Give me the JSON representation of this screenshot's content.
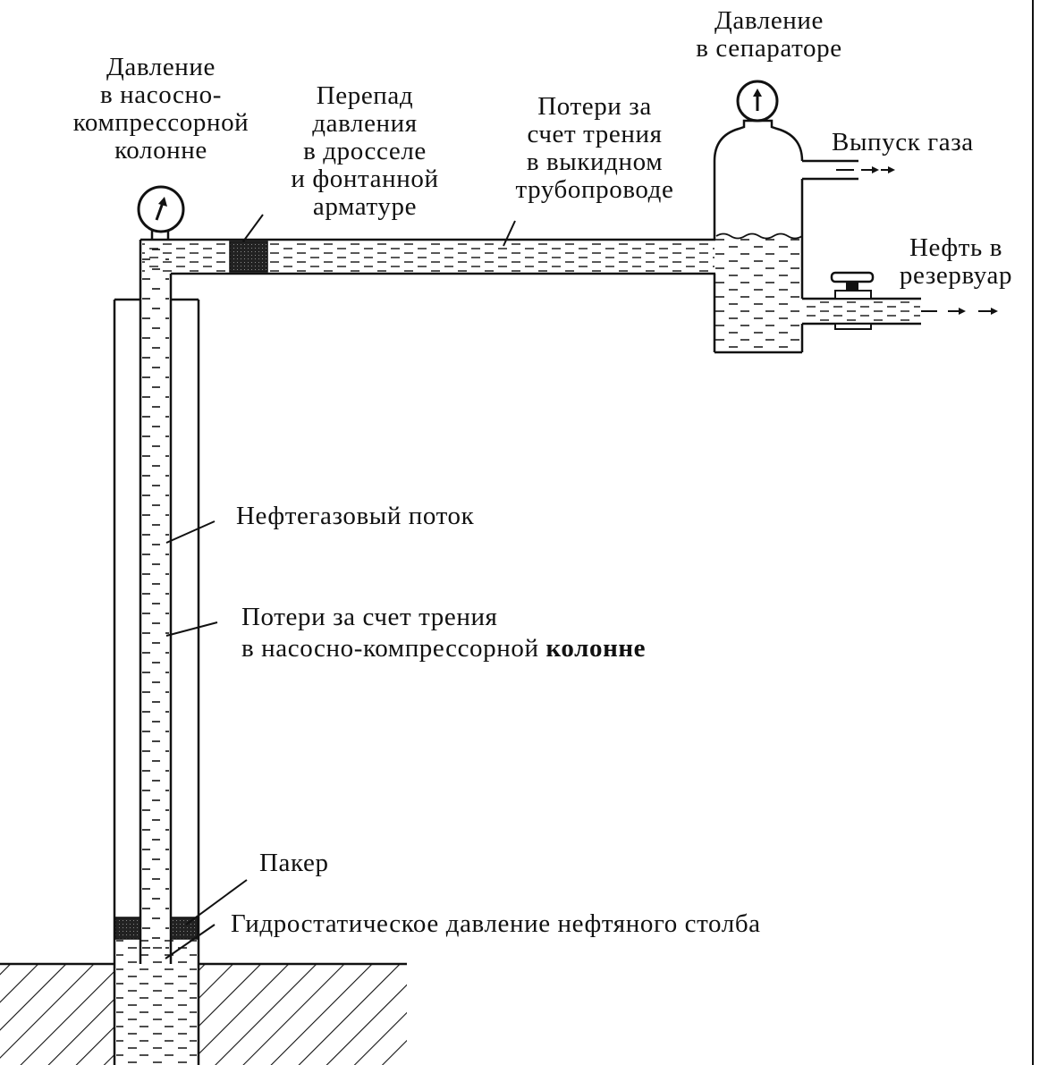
{
  "labels": {
    "tubing_pressure": [
      "Давление",
      "в насосно-",
      "компрессорной",
      "колонне"
    ],
    "choke_drop": [
      "Перепад",
      "давления",
      "в дросселе",
      "и фонтанной",
      "арматуре"
    ],
    "flowline_friction": [
      "Потери за",
      "счет трения",
      "в выкидном",
      "трубопроводе"
    ],
    "separator_pressure": [
      "Давление",
      "в сепараторе"
    ],
    "gas_outlet": "Выпуск газа",
    "oil_to_tank": [
      "Нефть в",
      "резервуар"
    ],
    "oil_gas_flow": "Нефтегазовый поток",
    "tubing_friction": {
      "line1": "Потери за счет трения",
      "line2_normal": "в насосно-компрессорной",
      "line2_bold": "колонне"
    },
    "packer": "Пакер",
    "hydrostatic": "Гидростатическое давление нефтяного столба"
  }
}
